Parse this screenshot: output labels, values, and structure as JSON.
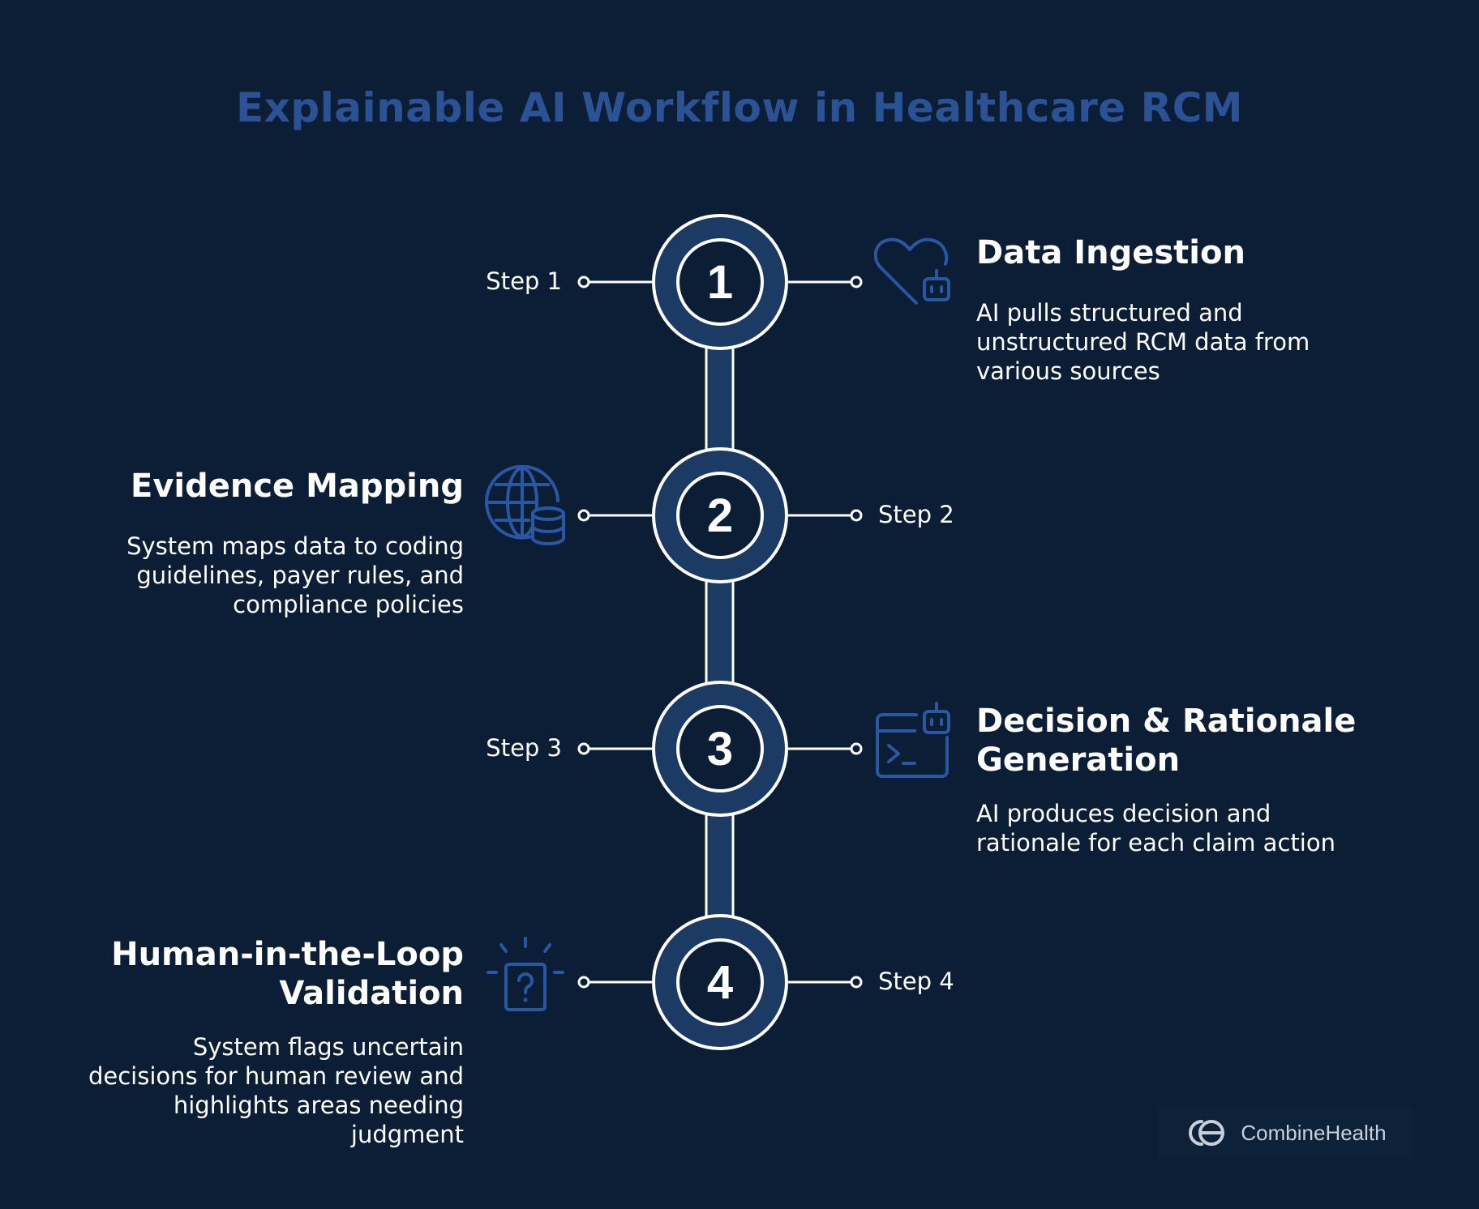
{
  "title": "Explainable AI Workflow in Healthcare RCM",
  "steps": [
    {
      "number": "1",
      "step_label": "Step 1",
      "heading": "Data Ingestion",
      "description": "AI pulls structured and unstructured RCM data from various sources",
      "icon": "heart-robot-icon"
    },
    {
      "number": "2",
      "step_label": "Step 2",
      "heading": "Evidence Mapping",
      "description": "System maps data to coding guidelines, payer rules, and compliance policies",
      "icon": "globe-database-icon"
    },
    {
      "number": "3",
      "step_label": "Step 3",
      "heading": "Decision & Rationale Generation",
      "description": "AI produces decision and rationale for each claim action",
      "icon": "terminal-robot-icon"
    },
    {
      "number": "4",
      "step_label": "Step 4",
      "heading": "Human-in-the-Loop Validation",
      "description": "System flags uncertain decisions for human review and highlights areas needing judgment",
      "icon": "question-alert-icon"
    }
  ],
  "logo": {
    "text": "CombineHealth",
    "icon": "combinehealth-logo-icon"
  },
  "colors": {
    "background": "#0b1e36",
    "title": "#2c5296",
    "circle_fill": "#1b3a64",
    "connector": "#1b3a64",
    "icon": "#2a57a3",
    "text": "#ffffff"
  }
}
